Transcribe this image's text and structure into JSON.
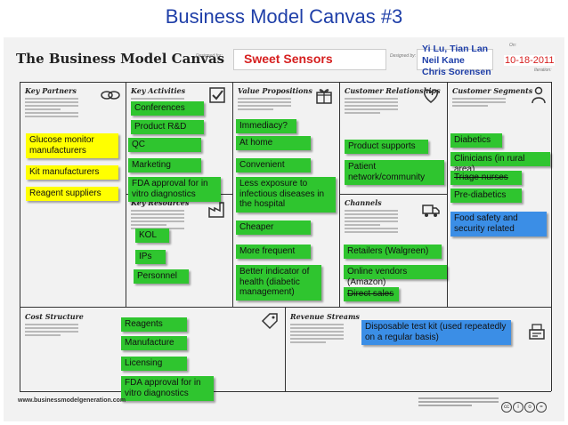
{
  "slide_title": "Business Model Canvas #3",
  "canvas": {
    "title": "The Business Model Canvas",
    "designed_for_label": "Designed for:",
    "designed_by_label": "Designed by:",
    "designed_for": "Sweet Sensors",
    "designed_by": [
      "Yi Lu, Tian Lan",
      "Neil Kane",
      "Chris Sorensen"
    ],
    "on_label": "On:",
    "iteration_label": "Iteration:",
    "date": "10-18-2011",
    "footer_url": "www.businessmodelgeneration.com"
  },
  "sections": {
    "key_partners": "Key Partners",
    "key_activities": "Key Activities",
    "key_resources": "Key Resources",
    "value_propositions": "Value Propositions",
    "customer_relationships": "Customer Relationships",
    "channels": "Channels",
    "customer_segments": "Customer Segments",
    "cost_structure": "Cost Structure",
    "revenue_streams": "Revenue Streams"
  },
  "stickies": {
    "glucose_monitor": "Glucose monitor manufacturers",
    "kit_manufacturers": "Kit manufacturers",
    "reagent_suppliers": "Reagent suppliers",
    "conferences": "Conferences",
    "product_rd": "Product R&D",
    "qc": "QC",
    "marketing": "Marketing",
    "fda_approval_ka": "FDA approval for in vitro diagnostics",
    "kol": "KOL",
    "ips": "IPs",
    "personnel": "Personnel",
    "immediacy": "Immediacy?",
    "at_home": "At home",
    "convenient": "Convenient",
    "less_exposure": "Less exposure to infectious diseases in the hospital",
    "cheaper": "Cheaper",
    "more_frequent": "More frequent",
    "better_indicator": "Better indicator of health (diabetic management)",
    "product_supports": "Product supports",
    "patient_network": "Patient network/community",
    "retailers": "Retailers (Walgreen)",
    "online_vendors": "Online vendors (Amazon)",
    "direct_sales": "Direct sales",
    "diabetics": "Diabetics",
    "clinicians": "Clinicians (in rural area)",
    "triage_nurses": "Triage nurses",
    "prediabetics": "Pre-diabetics",
    "food_safety": "Food safety and security related",
    "reagents": "Reagents",
    "manufacture": "Manufacture",
    "licensing": "Licensing",
    "fda_approval_cost": "FDA approval for in vitro diagnostics",
    "disposable_kit": "Disposable test kit (used repeatedly on a regular basis)"
  },
  "colors": {
    "yellow": "#ffff00",
    "green": "#2fc52f",
    "blue": "#3b8ee6",
    "title_blue": "#1f3fa8",
    "date_red": "#d62020"
  }
}
